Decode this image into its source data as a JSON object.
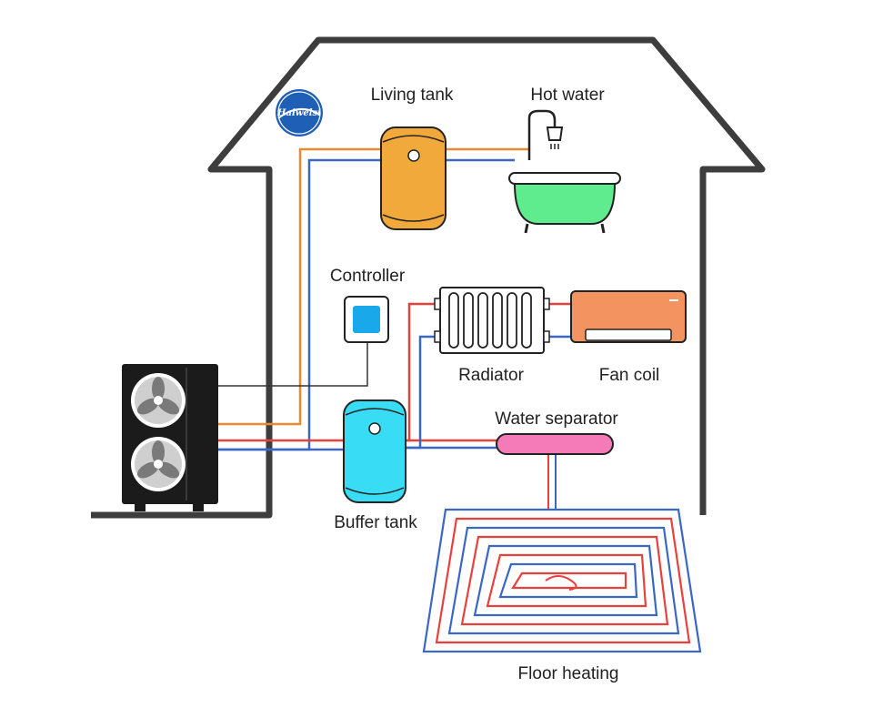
{
  "labels": {
    "living_tank": "Living tank",
    "hot_water": "Hot water",
    "controller": "Controller",
    "radiator": "Radiator",
    "fan_coil": "Fan coil",
    "water_separator": "Water separator",
    "buffer_tank": "Buffer tank",
    "floor_heating": "Floor heating"
  },
  "logo": {
    "text": "Haiwelsi"
  },
  "colors": {
    "house_outline": "#3d3d3d",
    "hot_pipe": "#e8403c",
    "cold_pipe": "#3a66c4",
    "domestic_hot_pipe": "#ef8a2c",
    "signal_line": "#333333",
    "living_tank": "#f2a93b",
    "bathtub": "#5fec8e",
    "controller": "#19a8ea",
    "fan_coil": "#f3935f",
    "buffer_tank": "#38dcf4",
    "water_separator": "#f47ab8",
    "heat_pump": "#1b1b1b",
    "logo": "#1f5fb6"
  }
}
